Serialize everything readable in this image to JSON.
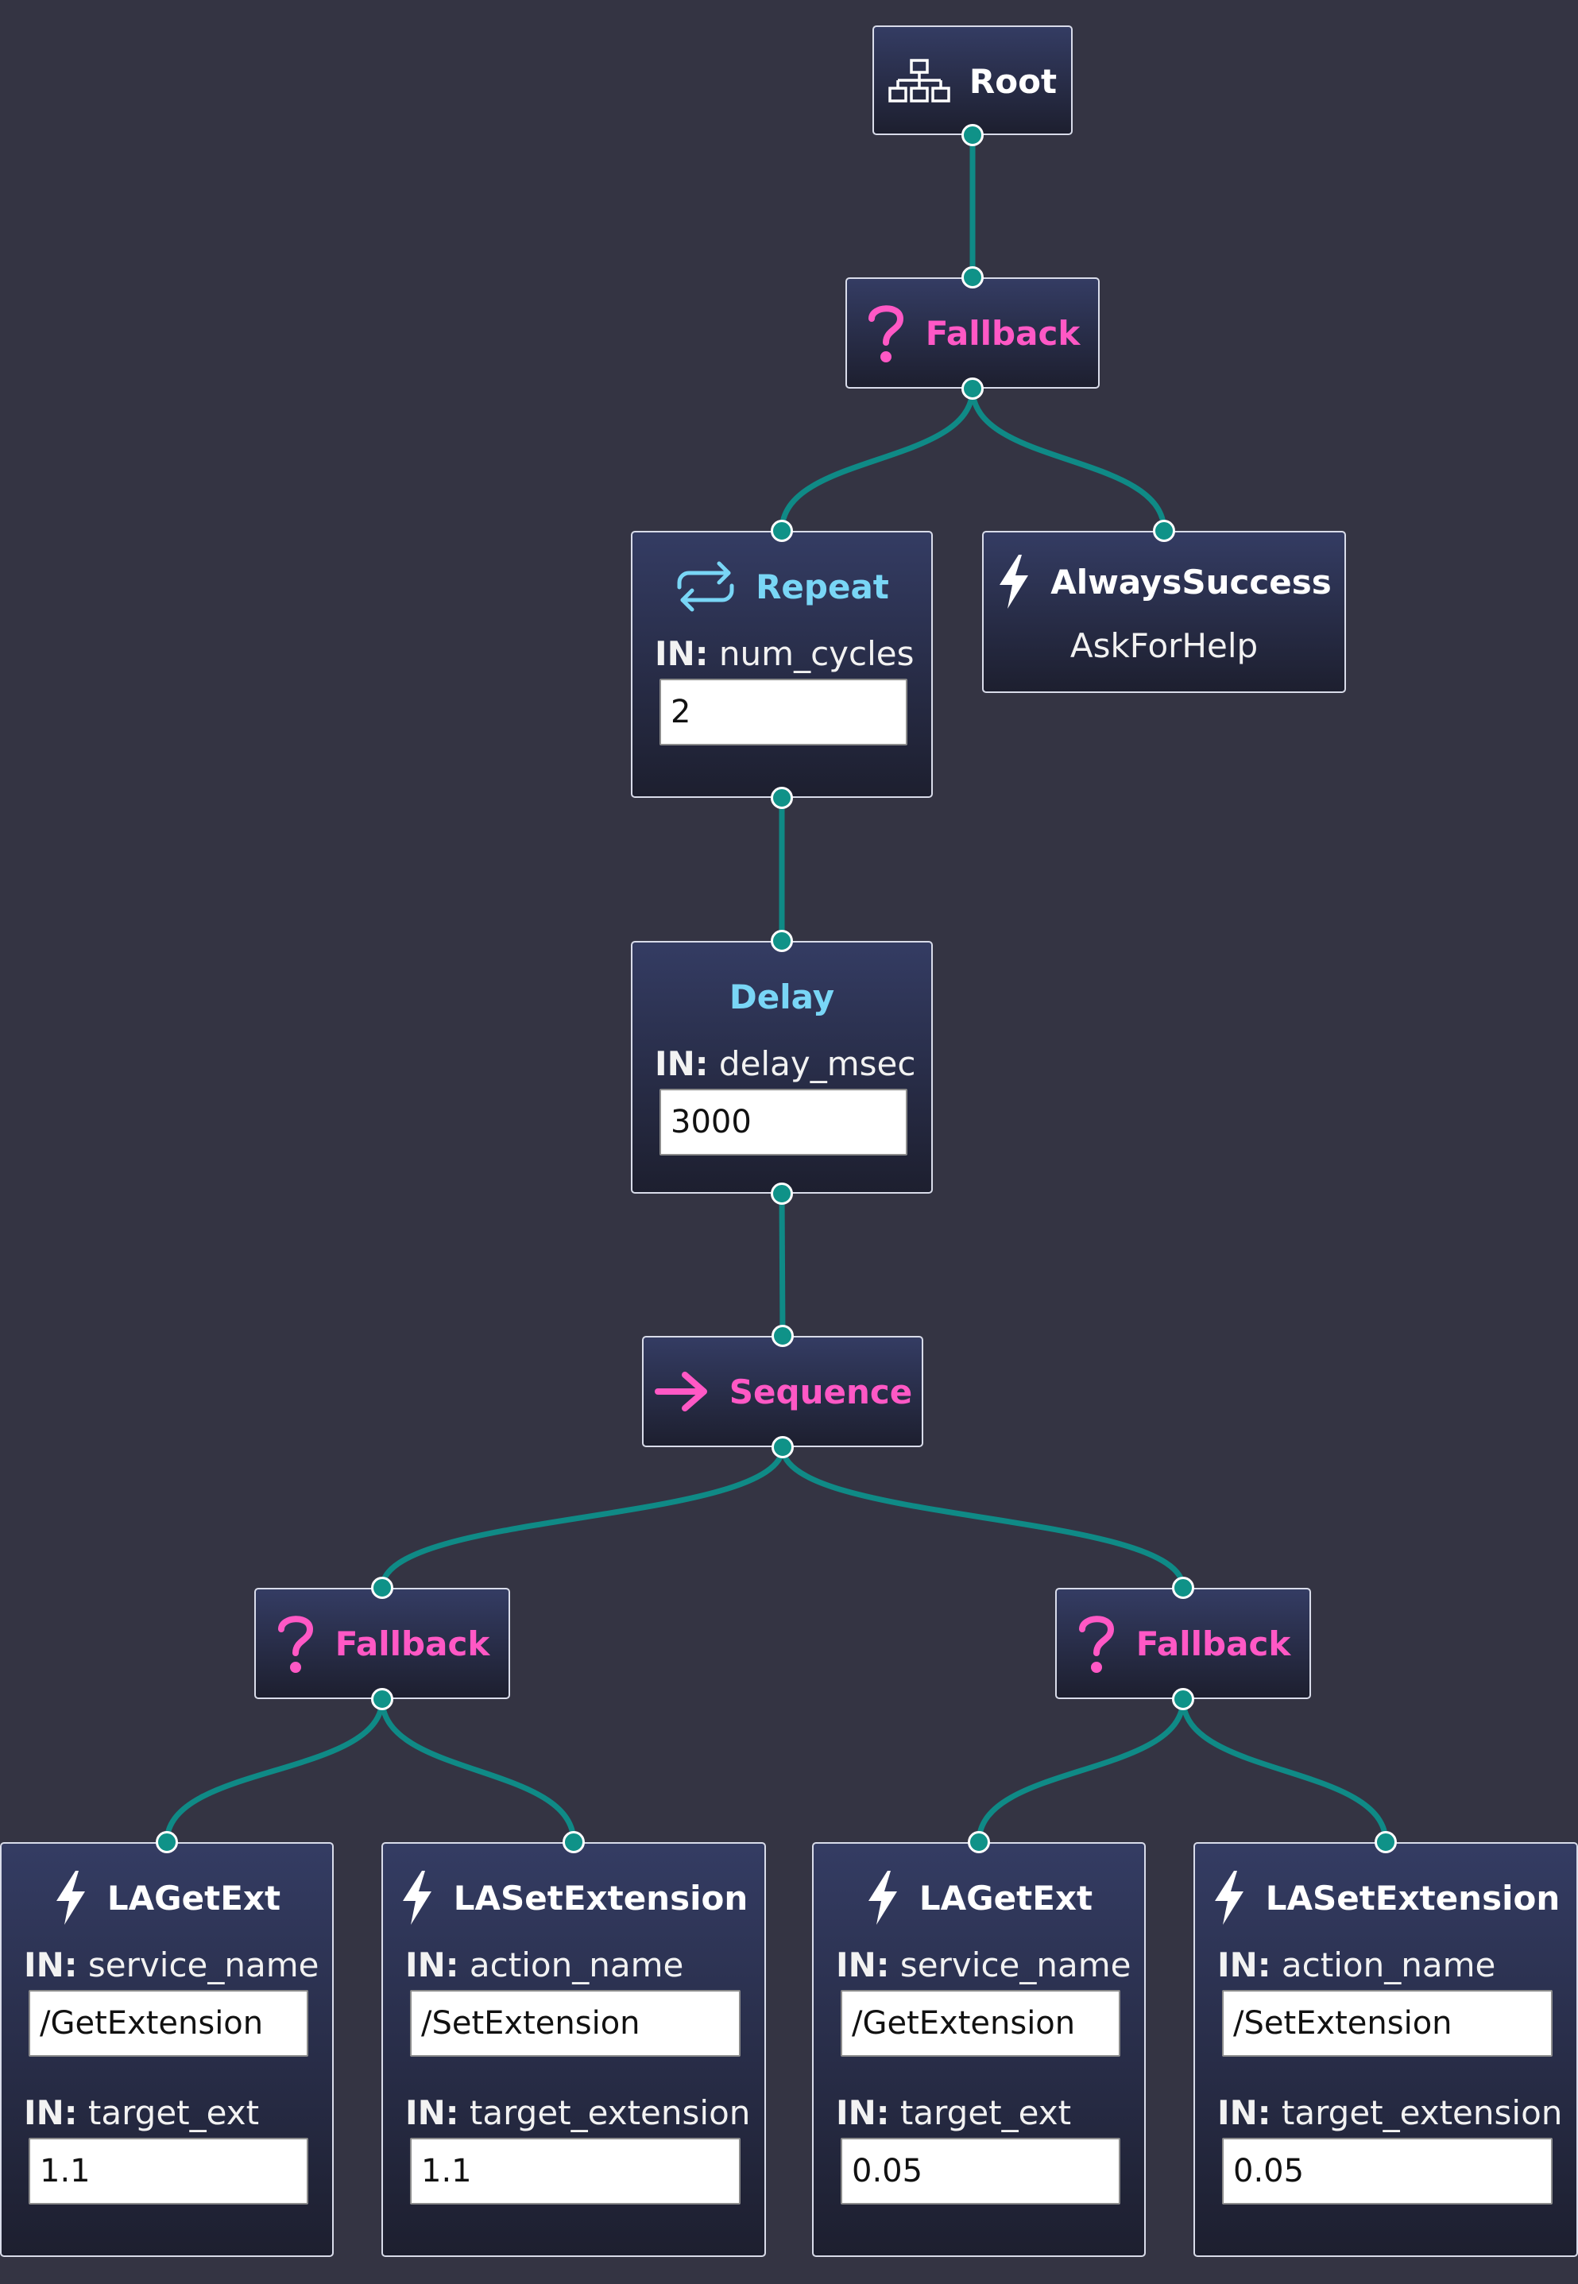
{
  "colors": {
    "background": "#343443",
    "edge": "#0f8a86",
    "control_title": "#ff58c5",
    "decorator_title": "#79d6f6",
    "action_title": "#ffffff",
    "node_border": "#d9dcea"
  },
  "nodes": [
    {
      "id": "root",
      "title": "Root",
      "icon": "tree-hierarchy-icon",
      "title_color": "white"
    },
    {
      "id": "fallback1",
      "title": "Fallback",
      "icon": "question-mark-icon",
      "title_color": "pink"
    },
    {
      "id": "repeat",
      "title": "Repeat",
      "icon": "repeat-arrows-icon",
      "title_color": "blue",
      "ports": [
        {
          "dir": "IN:",
          "name": "num_cycles",
          "value": "2"
        }
      ]
    },
    {
      "id": "always_success",
      "title": "AlwaysSuccess",
      "subtitle": "AskForHelp",
      "icon": "lightning-bolt-icon",
      "title_color": "white"
    },
    {
      "id": "delay",
      "title": "Delay",
      "title_color": "blue",
      "ports": [
        {
          "dir": "IN:",
          "name": "delay_msec",
          "value": "3000"
        }
      ]
    },
    {
      "id": "sequence",
      "title": "Sequence",
      "icon": "arrow-right-icon",
      "title_color": "pink"
    },
    {
      "id": "fallback2",
      "title": "Fallback",
      "icon": "question-mark-icon",
      "title_color": "pink"
    },
    {
      "id": "fallback3",
      "title": "Fallback",
      "icon": "question-mark-icon",
      "title_color": "pink"
    },
    {
      "id": "lagetext1",
      "title": "LAGetExt",
      "icon": "lightning-bolt-icon",
      "title_color": "white",
      "ports": [
        {
          "dir": "IN:",
          "name": "service_name",
          "value": "/GetExtension"
        },
        {
          "dir": "IN:",
          "name": "target_ext",
          "value": "1.1"
        }
      ]
    },
    {
      "id": "lasetext1",
      "title": "LASetExtension",
      "icon": "lightning-bolt-icon",
      "title_color": "white",
      "ports": [
        {
          "dir": "IN:",
          "name": "action_name",
          "value": "/SetExtension"
        },
        {
          "dir": "IN:",
          "name": "target_extension",
          "value": "1.1"
        }
      ]
    },
    {
      "id": "lagetext2",
      "title": "LAGetExt",
      "icon": "lightning-bolt-icon",
      "title_color": "white",
      "ports": [
        {
          "dir": "IN:",
          "name": "service_name",
          "value": "/GetExtension"
        },
        {
          "dir": "IN:",
          "name": "target_ext",
          "value": "0.05"
        }
      ]
    },
    {
      "id": "lasetext2",
      "title": "LASetExtension",
      "icon": "lightning-bolt-icon",
      "title_color": "white",
      "ports": [
        {
          "dir": "IN:",
          "name": "action_name",
          "value": "/SetExtension"
        },
        {
          "dir": "IN:",
          "name": "target_extension",
          "value": "0.05"
        }
      ]
    }
  ],
  "edges": [
    [
      "root",
      "fallback1"
    ],
    [
      "fallback1",
      "repeat"
    ],
    [
      "fallback1",
      "always_success"
    ],
    [
      "repeat",
      "delay"
    ],
    [
      "delay",
      "sequence"
    ],
    [
      "sequence",
      "fallback2"
    ],
    [
      "sequence",
      "fallback3"
    ],
    [
      "fallback2",
      "lagetext1"
    ],
    [
      "fallback2",
      "lasetext1"
    ],
    [
      "fallback3",
      "lagetext2"
    ],
    [
      "fallback3",
      "lasetext2"
    ]
  ]
}
